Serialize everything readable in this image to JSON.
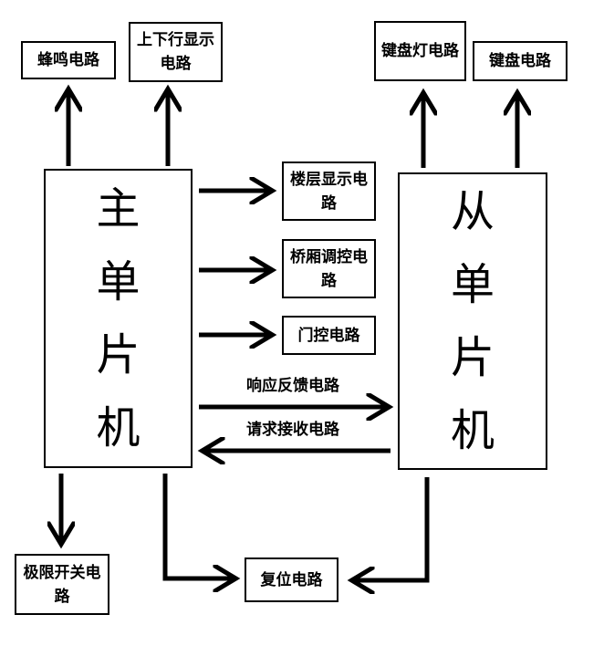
{
  "master": {
    "chars": [
      "主",
      "单",
      "片",
      "机"
    ]
  },
  "slave": {
    "chars": [
      "从",
      "单",
      "片",
      "机"
    ]
  },
  "boxes": {
    "buzzer": "蜂鸣电路",
    "updown_display": "上下行显示电路",
    "keyboard_light": "键盘灯电路",
    "keyboard": "键盘电路",
    "floor_display": "楼层显示电路",
    "car_control": "桥厢调控电路",
    "door_control": "门控电路",
    "limit_switch": "极限开关电路",
    "reset": "复位电路"
  },
  "labels": {
    "response_feedback": "响应反馈电路",
    "request_receive": "请求接收电路"
  },
  "colors": {
    "stroke": "#000000",
    "background": "#ffffff"
  }
}
